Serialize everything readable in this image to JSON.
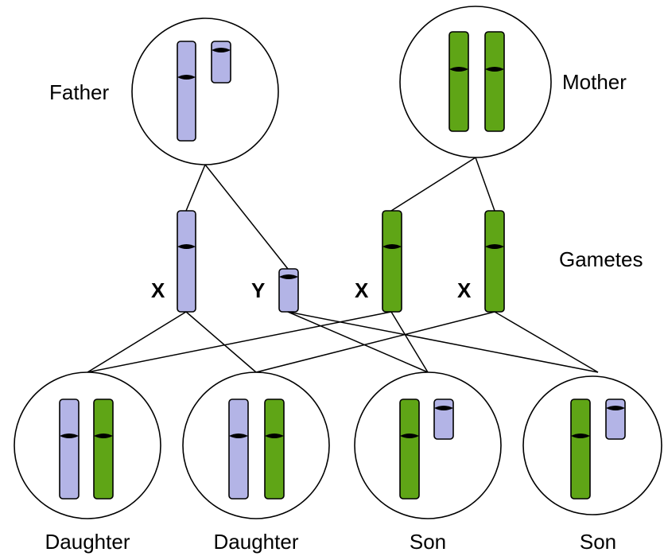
{
  "colors": {
    "paternal": "#b3b4e6",
    "maternal": "#5fa516",
    "outline": "#000000"
  },
  "labels": {
    "father": "Father",
    "mother": "Mother",
    "gametes": "Gametes",
    "gamete_x1": "X",
    "gamete_y": "Y",
    "gamete_x2": "X",
    "gamete_x3": "X",
    "child1": "Daughter",
    "child2": "Daughter",
    "child3": "Son",
    "child4": "Son"
  }
}
